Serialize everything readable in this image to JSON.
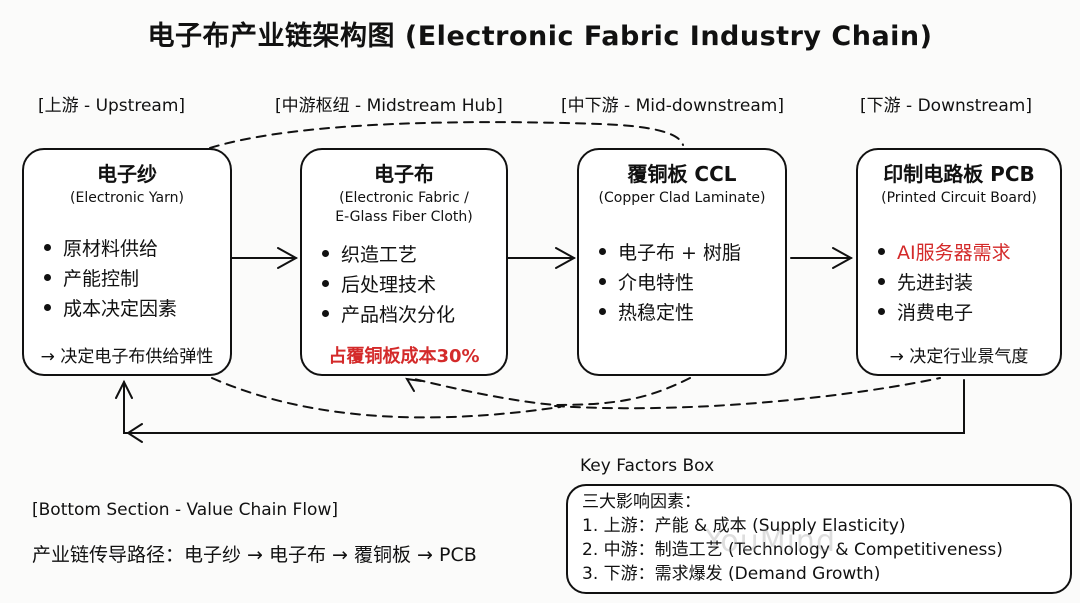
{
  "title": "电子布产业链架构图 (Electronic Fabric Industry Chain)",
  "stages": [
    {
      "label": "[上游 - Upstream]"
    },
    {
      "label": "[中游枢纽 - Midstream Hub]"
    },
    {
      "label": "[中下游 - Mid-downstream]"
    },
    {
      "label": "[下游 - Downstream]"
    }
  ],
  "boxes": [
    {
      "title": "电子纱",
      "subtitle": [
        "(Electronic Yarn)"
      ],
      "bullets": [
        "原材料供给",
        "产能控制",
        "成本决定因素"
      ],
      "footer": "→ 决定电子布供给弹性"
    },
    {
      "title": "电子布",
      "subtitle": [
        "(Electronic Fabric /",
        "E-Glass Fiber Cloth)"
      ],
      "bullets": [
        "织造工艺",
        "后处理技术",
        "产品档次分化"
      ],
      "footer": "占覆铜板成本30%"
    },
    {
      "title": "覆铜板 CCL",
      "subtitle": [
        "(Copper Clad Laminate)"
      ],
      "bullets": [
        "电子布 + 树脂",
        "介电特性",
        "热稳定性"
      ]
    },
    {
      "title": "印制电路板 PCB",
      "subtitle": [
        "(Printed Circuit Board)"
      ],
      "bullets": [
        "AI服务器需求",
        "先进封装",
        "消费电子"
      ],
      "footer": "→ 决定行业景气度"
    }
  ],
  "bottom": {
    "section_label": "[Bottom Section - Value Chain Flow]",
    "path_text": "产业链传导路径：电子纱 → 电子布 → 覆铜板 → PCB"
  },
  "key_factors": {
    "title": "Key Factors Box",
    "heading": "三大影响因素：",
    "items": [
      "1. 上游：产能 & 成本 (Supply Elasticity)",
      "2. 中游：制造工艺 (Technology & Competitiveness)",
      "3. 下游：需求爆发 (Demand Growth)"
    ]
  },
  "watermark": "YouMind",
  "colors": {
    "highlight": "#d42a2a",
    "ink": "#111111",
    "background": "#fbfbfa"
  }
}
